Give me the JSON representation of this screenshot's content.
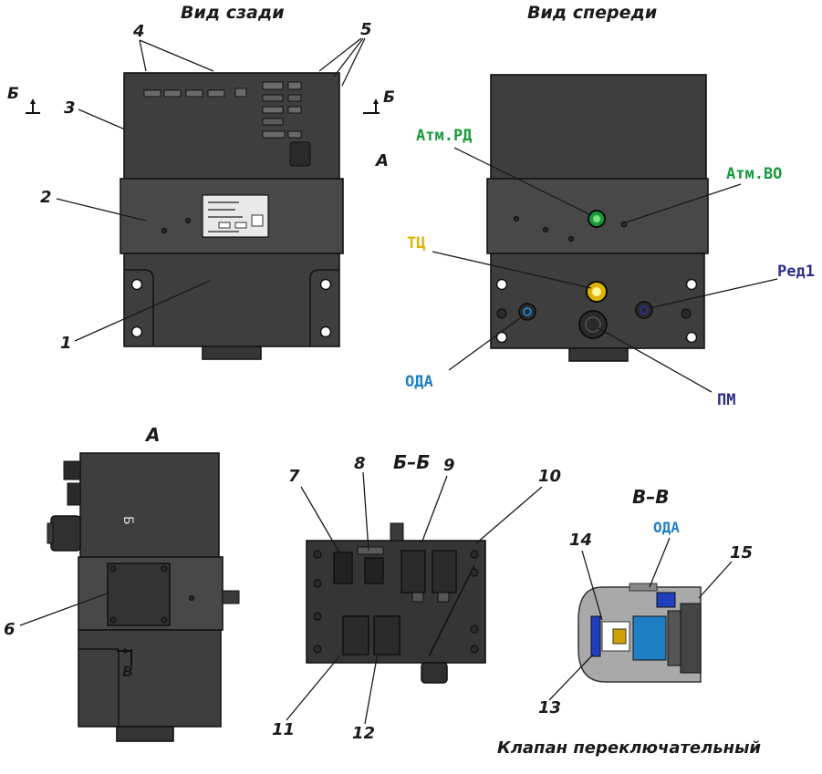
{
  "views": {
    "rear_title": "Вид сзади",
    "front_title": "Вид спереди",
    "view_a_title": "А",
    "section_bb_title": "Б–Б",
    "section_vv_title": "В–В",
    "valve_caption": "Клапан переключательный"
  },
  "section_marks": {
    "b_left": "Б",
    "b_right": "Б",
    "a_mark": "А",
    "v_mark": "В"
  },
  "callouts": [
    "1",
    "2",
    "3",
    "4",
    "5",
    "6",
    "7",
    "8",
    "9",
    "10",
    "11",
    "12",
    "13",
    "14",
    "15"
  ],
  "ports": {
    "atm_rd": {
      "label": "Атм.РД",
      "color": "#1a9a3a"
    },
    "atm_vo": {
      "label": "Атм.ВО",
      "color": "#1a9a3a"
    },
    "tc": {
      "label": "ТЦ",
      "color": "#e0b400"
    },
    "red1": {
      "label": "Ред1",
      "color": "#2c2f8a"
    },
    "oda": {
      "label": "ОДА",
      "color": "#1f7fc4"
    },
    "pm": {
      "label": "ПМ",
      "color": "#2c2f8a"
    },
    "oda_section": {
      "label": "ОДА",
      "color": "#1f7fc4"
    }
  }
}
